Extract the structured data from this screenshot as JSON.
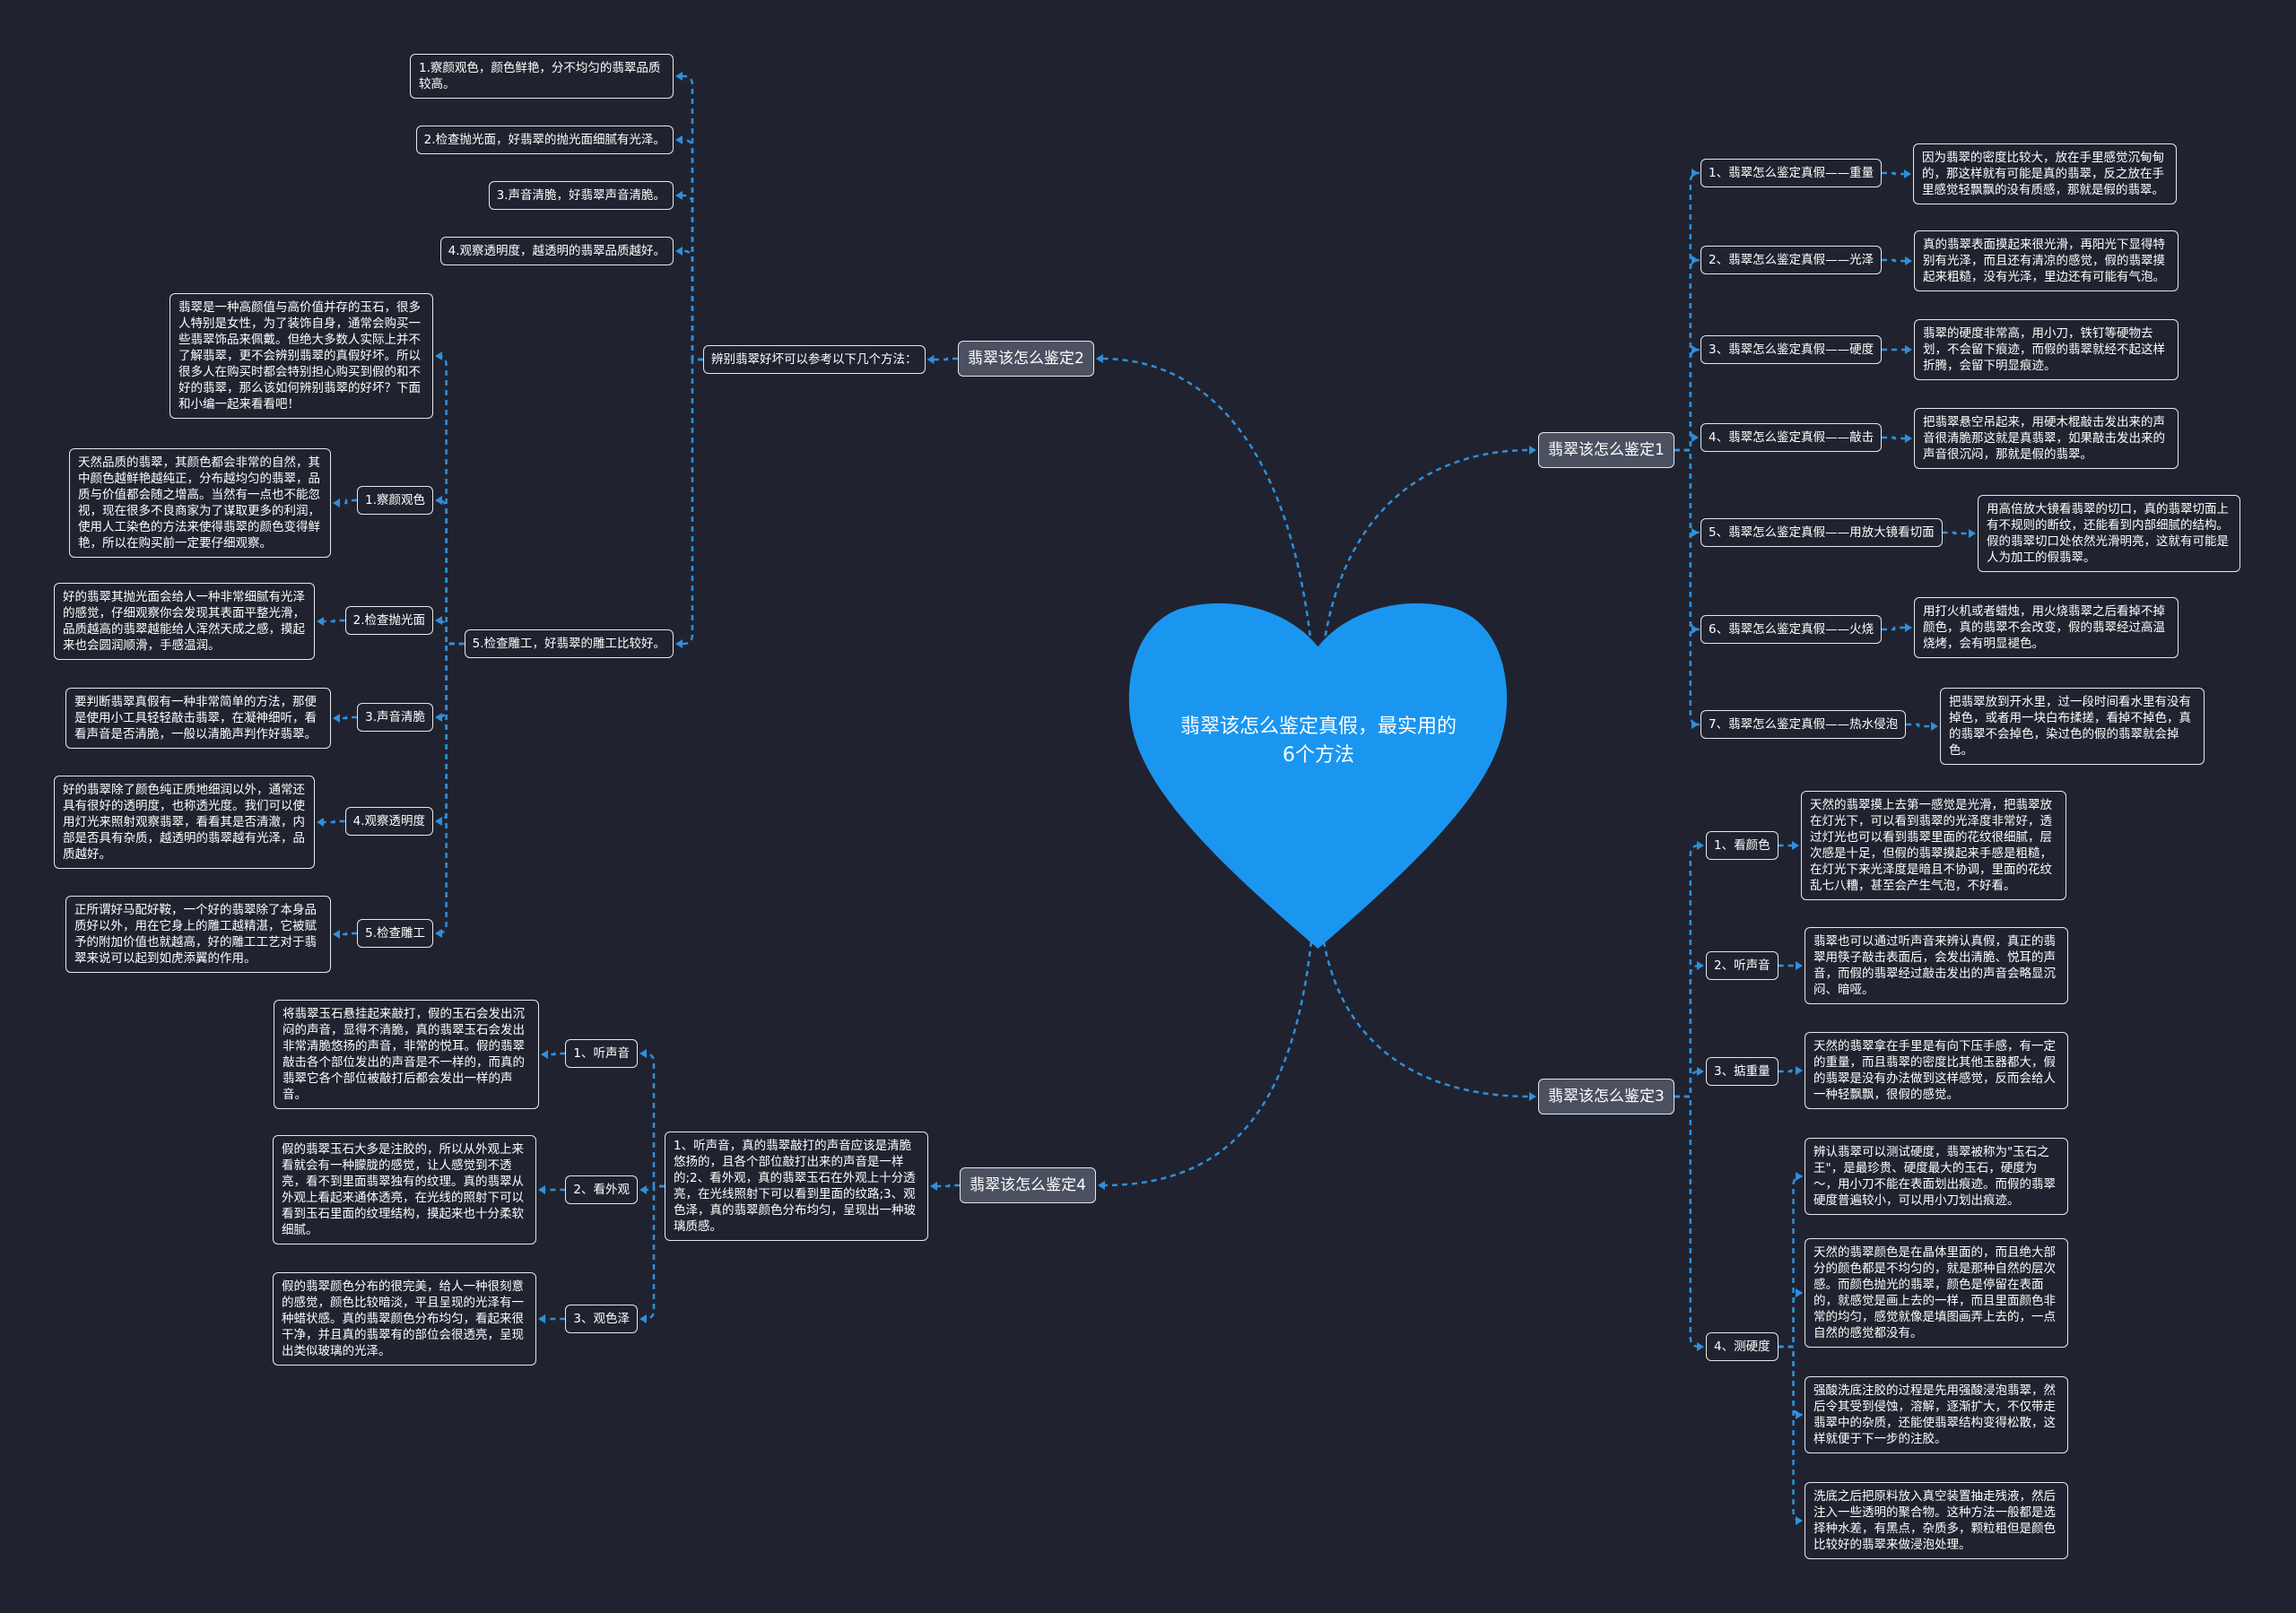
{
  "center": {
    "title": "翡翠该怎么鉴定真假，最实用的6个方法"
  },
  "colors": {
    "background": "#20232f",
    "heart": "#1a96f0",
    "connector": "#2f8fdc",
    "main_node": "#4b5161"
  },
  "b1": {
    "label": "翡翠该怎么鉴定1",
    "items": [
      {
        "label": "1、翡翠怎么鉴定真假——重量",
        "desc": "因为翡翠的密度比较大，放在手里感觉沉甸甸的，那这样就有可能是真的翡翠，反之放在手里感觉轻飘飘的没有质感，那就是假的翡翠。"
      },
      {
        "label": "2、翡翠怎么鉴定真假——光泽",
        "desc": "真的翡翠表面摸起来很光滑，再阳光下显得特别有光泽，而且还有清凉的感觉，假的翡翠摸起来粗糙，没有光泽，里边还有可能有气泡。"
      },
      {
        "label": "3、翡翠怎么鉴定真假——硬度",
        "desc": "翡翠的硬度非常高，用小刀，铁钉等硬物去划，不会留下痕迹，而假的翡翠就经不起这样折腾，会留下明显痕迹。"
      },
      {
        "label": "4、翡翠怎么鉴定真假——敲击",
        "desc": "把翡翠悬空吊起来，用硬木棍敲击发出来的声音很清脆那这就是真翡翠，如果敲击发出来的声音很沉闷，那就是假的翡翠。"
      },
      {
        "label": "5、翡翠怎么鉴定真假——用放大镜看切面",
        "desc": "用高倍放大镜看翡翠的切口，真的翡翠切面上有不规则的断纹，还能看到内部细腻的结构。假的翡翠切口处依然光滑明亮，这就有可能是人为加工的假翡翠。"
      },
      {
        "label": "6、翡翠怎么鉴定真假——火烧",
        "desc": "用打火机或者蜡烛，用火烧翡翠之后看掉不掉颜色，真的翡翠不会改变，假的翡翠经过高温烧烤，会有明显褪色。"
      },
      {
        "label": "7、翡翠怎么鉴定真假——热水侵泡",
        "desc": "把翡翠放到开水里，过一段时间看水里有没有掉色，或者用一块白布揉搓，看掉不掉色，真的翡翠不会掉色，染过色的假的翡翠就会掉色。"
      }
    ]
  },
  "b2": {
    "label": "翡翠该怎么鉴定2",
    "summary": "辨别翡翠好坏可以参考以下几个方法：",
    "points": [
      "1.察颜观色，颜色鲜艳，分不均匀的翡翠品质较高。",
      "2.检查抛光面，好翡翠的抛光面细腻有光泽。",
      "3.声音清脆，好翡翠声音清脆。",
      "4.观察透明度，越透明的翡翠品质越好。"
    ],
    "point5": {
      "label": "5.检查雕工，好翡翠的雕工比较好。",
      "intro": "翡翠是一种高颜值与高价值并存的玉石，很多人特别是女性，为了装饰自身，通常会购买一些翡翠饰品来佩戴。但绝大多数人实际上并不了解翡翠，更不会辨别翡翠的真假好坏。所以很多人在购买时都会特别担心购买到假的和不好的翡翠，那么该如何辨别翡翠的好坏？下面和小编一起来看看吧！",
      "items": [
        {
          "label": "1.察颜观色",
          "desc": "天然品质的翡翠，其颜色都会非常的自然，其中颜色越鲜艳越纯正，分布越均匀的翡翠，品质与价值都会随之增高。当然有一点也不能忽视，现在很多不良商家为了谋取更多的利润，使用人工染色的方法来使得翡翠的颜色变得鲜艳，所以在购买前一定要仔细观察。"
        },
        {
          "label": "2.检查抛光面",
          "desc": "好的翡翠其抛光面会给人一种非常细腻有光泽的感觉，仔细观察你会发现其表面平整光滑，品质越高的翡翠越能给人浑然天成之感，摸起来也会圆润顺滑，手感温润。"
        },
        {
          "label": "3.声音清脆",
          "desc": "要判断翡翠真假有一种非常简单的方法，那便是使用小工具轻轻敲击翡翠，在凝神细听，看看声音是否清脆，一般以清脆声判作好翡翠。"
        },
        {
          "label": "4.观察透明度",
          "desc": "好的翡翠除了颜色纯正质地细润以外，通常还具有很好的透明度，也称透光度。我们可以使用灯光来照射观察翡翠，看看其是否清澈，内部是否具有杂质，越透明的翡翠越有光泽，品质越好。"
        },
        {
          "label": "5.检查雕工",
          "desc": "正所谓好马配好鞍，一个好的翡翠除了本身品质好以外，用在它身上的雕工越精湛，它被赋予的附加价值也就越高，好的雕工工艺对于翡翠来说可以起到如虎添翼的作用。"
        }
      ]
    }
  },
  "b3": {
    "label": "翡翠该怎么鉴定3",
    "items": [
      {
        "label": "1、看颜色",
        "desc": "天然的翡翠摸上去第一感觉是光滑，把翡翠放在灯光下，可以看到翡翠的光泽度非常好，透过灯光也可以看到翡翠里面的花纹很细腻，层次感是十足，但假的翡翠摸起来手感是粗糙，在灯光下来光泽度是暗且不协调，里面的花纹乱七八糟，甚至会产生气泡，不好看。"
      },
      {
        "label": "2、听声音",
        "desc": "翡翠也可以通过听声音来辨认真假，真正的翡翠用筷子敲击表面后，会发出清脆、悦耳的声音，而假的翡翠经过敲击发出的声音会略显沉闷、暗哑。"
      },
      {
        "label": "3、掂重量",
        "desc": "天然的翡翠拿在手里是有向下压手感，有一定的重量，而且翡翠的密度比其他玉器都大，假的翡翠是没有办法做到这样感觉，反而会给人一种轻飘飘，很假的感觉。"
      }
    ],
    "hardness": {
      "label": "4、测硬度",
      "descs": [
        "辨认翡翠可以测试硬度，翡翠被称为\"玉石之王\"，是最珍贵、硬度最大的玉石，硬度为～，用小刀不能在表面划出痕迹。而假的翡翠硬度普遍较小，可以用小刀划出痕迹。",
        "天然的翡翠颜色是在晶体里面的，而且绝大部分的颜色都是不均匀的，就是那种自然的层次感。而颜色抛光的翡翠，颜色是停留在表面的，就感觉是画上去的一样，而且里面颜色非常的均匀，感觉就像是填图画弄上去的，一点自然的感觉都没有。",
        "强酸洗底注胶的过程是先用强酸浸泡翡翠，然后令其受到侵蚀，溶解，逐渐扩大，不仅带走翡翠中的杂质，还能使翡翠结构变得松散，这样就便于下一步的注胶。",
        "洗底之后把原料放入真空装置抽走残液，然后注入一些透明的聚合物。这种方法一般都是选择种水差，有黑点，杂质多，颗粒粗但是颜色比较好的翡翠来做浸泡处理。"
      ]
    }
  },
  "b4": {
    "label": "翡翠该怎么鉴定4",
    "summary": "1、听声音，真的翡翠敲打的声音应该是清脆悠扬的，且各个部位敲打出来的声音是一样的;2、看外观，真的翡翠玉石在外观上十分透亮，在光线照射下可以看到里面的纹路;3、观色泽，真的翡翠颜色分布均匀，呈现出一种玻璃质感。",
    "items": [
      {
        "label": "1、听声音",
        "desc": "将翡翠玉石悬挂起来敲打，假的玉石会发出沉闷的声音，显得不清脆，真的翡翠玉石会发出非常清脆悠扬的声音，非常的悦耳。假的翡翠敲击各个部位发出的声音是不一样的，而真的翡翠它各个部位被敲打后都会发出一样的声音。"
      },
      {
        "label": "2、看外观",
        "desc": "假的翡翠玉石大多是注胶的，所以从外观上来看就会有一种朦胧的感觉，让人感觉到不透亮，看不到里面翡翠独有的纹理。真的翡翠从外观上看起来通体透亮，在光线的照射下可以看到玉石里面的纹理结构，摸起来也十分柔软细腻。"
      },
      {
        "label": "3、观色泽",
        "desc": "假的翡翠颜色分布的很完美，给人一种很刻意的感觉，颜色比较暗淡，平且呈现的光泽有一种蜡状感。真的翡翠颜色分布均匀，看起来很干净，并且真的翡翠有的部位会很透亮，呈现出类似玻璃的光泽。"
      }
    ]
  }
}
